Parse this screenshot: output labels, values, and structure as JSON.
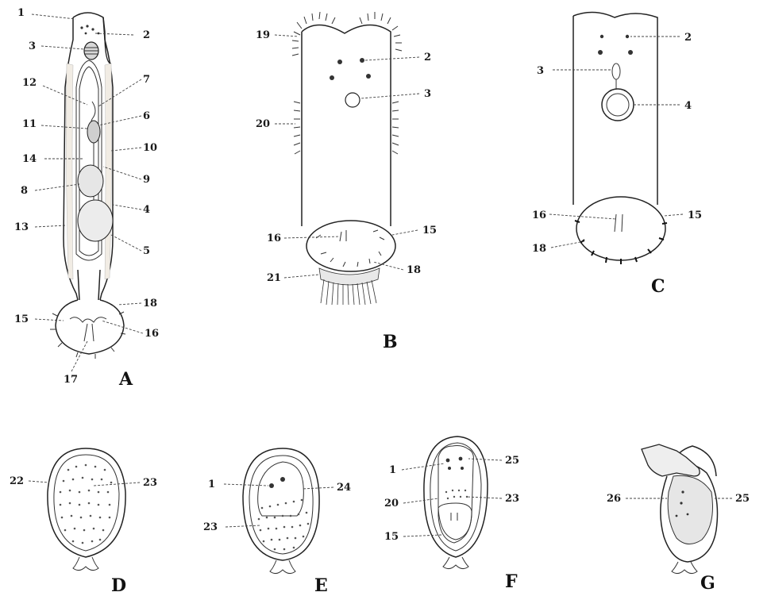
{
  "figure": {
    "panels": {
      "A": "A",
      "B": "B",
      "C": "C",
      "D": "D",
      "E": "E",
      "F": "F",
      "G": "G"
    },
    "labels_A": {
      "l1": "1",
      "l2": "2",
      "l3": "3",
      "l4": "4",
      "l5": "5",
      "l6": "6",
      "l7": "7",
      "l8": "8",
      "l9": "9",
      "l10": "10",
      "l11": "11",
      "l12": "12",
      "l13": "13",
      "l14": "14",
      "l15": "15",
      "l16": "16",
      "l17": "17",
      "l18": "18"
    },
    "labels_B": {
      "l19": "19",
      "l2": "2",
      "l3": "3",
      "l20": "20",
      "l16": "16",
      "l15": "15",
      "l21": "21",
      "l18": "18"
    },
    "labels_C": {
      "l2": "2",
      "l3": "3",
      "l4": "4",
      "l16": "16",
      "l15": "15",
      "l18": "18"
    },
    "labels_D": {
      "l22": "22",
      "l23": "23"
    },
    "labels_E": {
      "l1": "1",
      "l24": "24",
      "l23": "23"
    },
    "labels_F": {
      "l1": "1",
      "l25": "25",
      "l20": "20",
      "l23": "23",
      "l15": "15"
    },
    "labels_G": {
      "l26": "26",
      "l25": "25"
    }
  }
}
